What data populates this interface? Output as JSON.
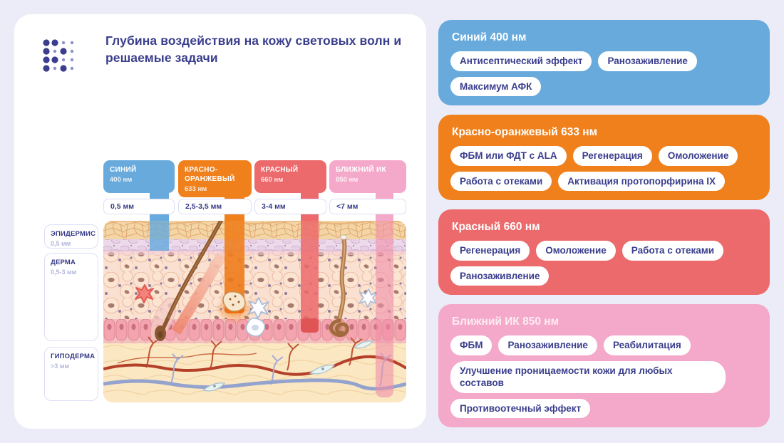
{
  "panel": {
    "title": "Глубина воздействия на кожу световых волн и решаемые задачи",
    "logo_icon": "dot-grid-logo"
  },
  "colors": {
    "blue": "#68AADC",
    "orange": "#F0801C",
    "red": "#EC6A6B",
    "pink": "#F5A9CA",
    "indigo_text": "#3A3E8C",
    "page_bg": "#ECECF8"
  },
  "wavelengths": [
    {
      "name": "СИНИЙ",
      "nm": "400 нм",
      "depth": "0,5 мм",
      "color": "#68AADC"
    },
    {
      "name": "КРАСНО-ОРАНЖЕВЫЙ",
      "nm": "633 нм",
      "depth": "2,5-3,5 мм",
      "color": "#F0801C"
    },
    {
      "name": "КРАСНЫЙ",
      "nm": "660 нм",
      "depth": "3-4 мм",
      "color": "#EC6A6B"
    },
    {
      "name": "БЛИЖНИЙ ИК",
      "nm": "850 нм",
      "depth": "<7 мм",
      "color": "#F5A9CA"
    }
  ],
  "layers": [
    {
      "name": "ЭПИДЕРМИС",
      "range": "0,5 мм"
    },
    {
      "name": "ДЕРМА",
      "range": "0,5-3 мм"
    },
    {
      "name": "ГИПОДЕРМА",
      "range": ">3 мм"
    }
  ],
  "cards": [
    {
      "title": "Синий 400 нм",
      "color": "#68AADC",
      "tags": [
        "Антисептический эффект",
        "Ранозаживление",
        "Максимум АФК"
      ]
    },
    {
      "title": "Красно-оранжевый 633 нм",
      "color": "#F0801C",
      "tags": [
        "ФБМ или ФДТ с ALA",
        "Регенерация",
        "Омоложение",
        "Работа с отеками",
        "Активация протопорфирина IX"
      ]
    },
    {
      "title": "Красный 660 нм",
      "color": "#EC6A6B",
      "tags": [
        "Регенерация",
        "Омоложение",
        "Работа с отеками",
        "Ранозаживление"
      ]
    },
    {
      "title": "Ближний ИК 850 нм",
      "color": "#F5A9CA",
      "tags": [
        "ФБМ",
        "Ранозаживление",
        "Реабилитация",
        "Улучшение проницаемости кожи для любых составов",
        "Противоотечный эффект"
      ]
    }
  ]
}
